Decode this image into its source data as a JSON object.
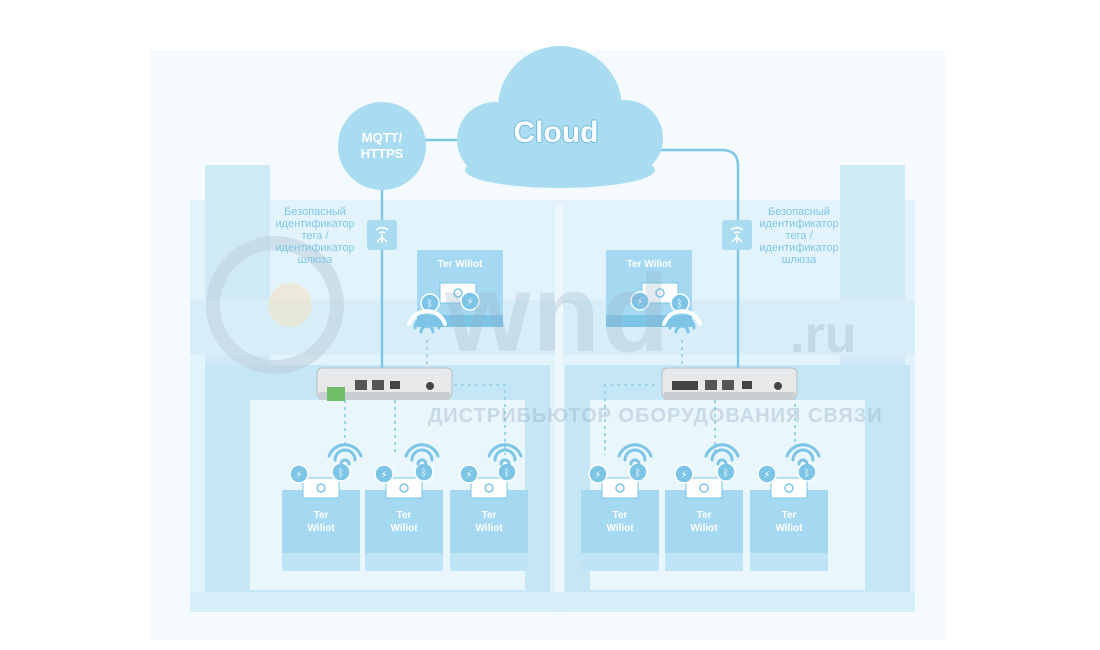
{
  "cloud": {
    "label": "Cloud"
  },
  "protocol": {
    "line1": "MQTT/",
    "line2": "HTTPS"
  },
  "security_note": {
    "left": [
      "Безопасный",
      "идентификатор",
      "тега /",
      "идентификатор",
      "шлюза"
    ],
    "right": [
      "Безопасный",
      "идентификатор",
      "тега /",
      "идентификатор",
      "шлюза"
    ]
  },
  "shelf_tags": [
    {
      "line1": "Ter Wiliot"
    },
    {
      "line1": "Ter Wiliot"
    }
  ],
  "bottom_tags": [
    {
      "line1": "Ter",
      "line2": "Wiliot"
    },
    {
      "line1": "Ter",
      "line2": "Wiliot"
    },
    {
      "line1": "Ter",
      "line2": "Wiliot"
    },
    {
      "line1": "Ter",
      "line2": "Wiliot"
    },
    {
      "line1": "Ter",
      "line2": "Wiliot"
    },
    {
      "line1": "Ter",
      "line2": "Wiliot"
    }
  ],
  "watermark": {
    "brand": "wnd",
    "domain": ".ru",
    "tagline": "ДИСТРИБЬЮТОР ОБОРУДОВАНИЯ СВЯЗИ"
  },
  "colors": {
    "cloud": "#a9dcf1",
    "line": "#7fc7e6",
    "box": "#a5d9f2",
    "box_dark": "#7cc5e6",
    "dotted": "#9ed4ea",
    "text_blue": "#7fc7e6"
  }
}
